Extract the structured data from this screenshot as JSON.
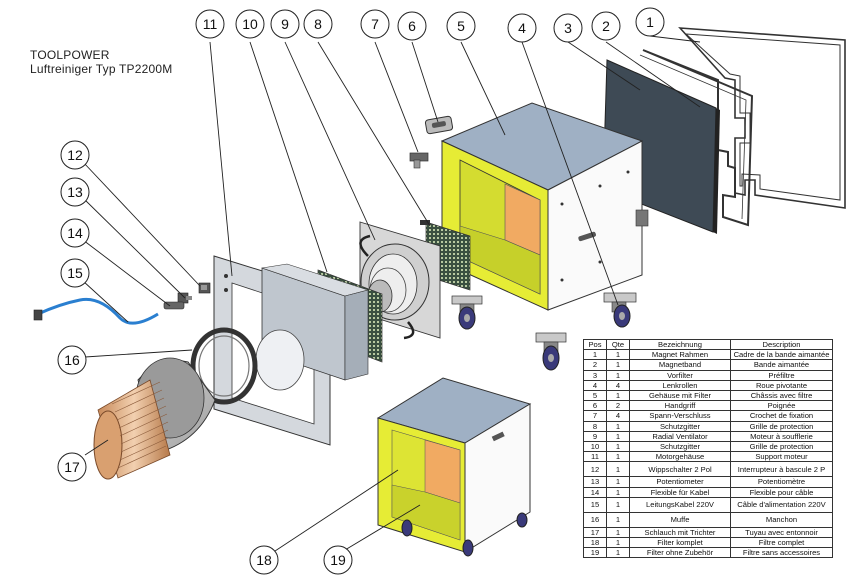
{
  "title": {
    "brand": "TOOLPOWER",
    "model": "Luftreiniger  Typ TP2200M"
  },
  "callouts": [
    "1",
    "2",
    "3",
    "4",
    "5",
    "6",
    "7",
    "8",
    "9",
    "10",
    "11",
    "12",
    "13",
    "14",
    "15",
    "16",
    "17",
    "18",
    "19"
  ],
  "parts_table": {
    "headers": {
      "pos": "Pos",
      "qte": "Qte",
      "bezeichnung": "Bezeichnung",
      "description": "Description"
    },
    "rows": [
      {
        "pos": "1",
        "qte": "1",
        "bezeichnung": "Magnet Rahmen",
        "description": "Cadre de la bande aimantée"
      },
      {
        "pos": "2",
        "qte": "1",
        "bezeichnung": "Magnetband",
        "description": "Bande aimantée"
      },
      {
        "pos": "3",
        "qte": "1",
        "bezeichnung": "Vorfilter",
        "description": "Préfiltre"
      },
      {
        "pos": "4",
        "qte": "4",
        "bezeichnung": "Lenkrollen",
        "description": "Roue pivotante"
      },
      {
        "pos": "5",
        "qte": "1",
        "bezeichnung": "Gehäuse mit Filter",
        "description": "Châssis avec filtre"
      },
      {
        "pos": "6",
        "qte": "2",
        "bezeichnung": "Handgriff",
        "description": "Poignée"
      },
      {
        "pos": "7",
        "qte": "4",
        "bezeichnung": "Spann-Verschluss",
        "description": "Crochet de fixation"
      },
      {
        "pos": "8",
        "qte": "1",
        "bezeichnung": "Schutzgitter",
        "description": "Grille de protection"
      },
      {
        "pos": "9",
        "qte": "1",
        "bezeichnung": "Radial Ventilator",
        "description": "Moteur à soufflerie"
      },
      {
        "pos": "10",
        "qte": "1",
        "bezeichnung": "Schutzgitter",
        "description": "Grille de protection"
      },
      {
        "pos": "11",
        "qte": "1",
        "bezeichnung": "Motorgehäuse",
        "description": "Support moteur"
      },
      {
        "pos": "12",
        "qte": "1",
        "bezeichnung": "Wippschalter 2 Pol",
        "description": "Interrupteur à bascule 2 P"
      },
      {
        "pos": "13",
        "qte": "1",
        "bezeichnung": "Potentiometer",
        "description": "Potentiomètre"
      },
      {
        "pos": "14",
        "qte": "1",
        "bezeichnung": "Flexible für Kabel",
        "description": "Flexible pour câble"
      },
      {
        "pos": "15",
        "qte": "1",
        "bezeichnung": "LeitungsKabel 220V",
        "description": "Câble d'alimentation 220V"
      },
      {
        "pos": "16",
        "qte": "1",
        "bezeichnung": "Muffe",
        "description": "Manchon"
      },
      {
        "pos": "17",
        "qte": "1",
        "bezeichnung": "Schlauch mit Trichter",
        "description": "Tuyau avec entonnoir"
      },
      {
        "pos": "18",
        "qte": "1",
        "bezeichnung": "Filter komplet",
        "description": "Filtre complet"
      },
      {
        "pos": "19",
        "qte": "1",
        "bezeichnung": "Filter ohne Zubehör",
        "description": "Filtre sans accessoires"
      }
    ]
  },
  "colors": {
    "box_top": "#9fb0c4",
    "box_side": "#ffffff",
    "filter_yellow": "#e8ef3a",
    "filter_orange": "#f1aa62",
    "prefilter": "#3e4a55",
    "hose_blue": "#2a7fd0",
    "line": "#333333"
  }
}
